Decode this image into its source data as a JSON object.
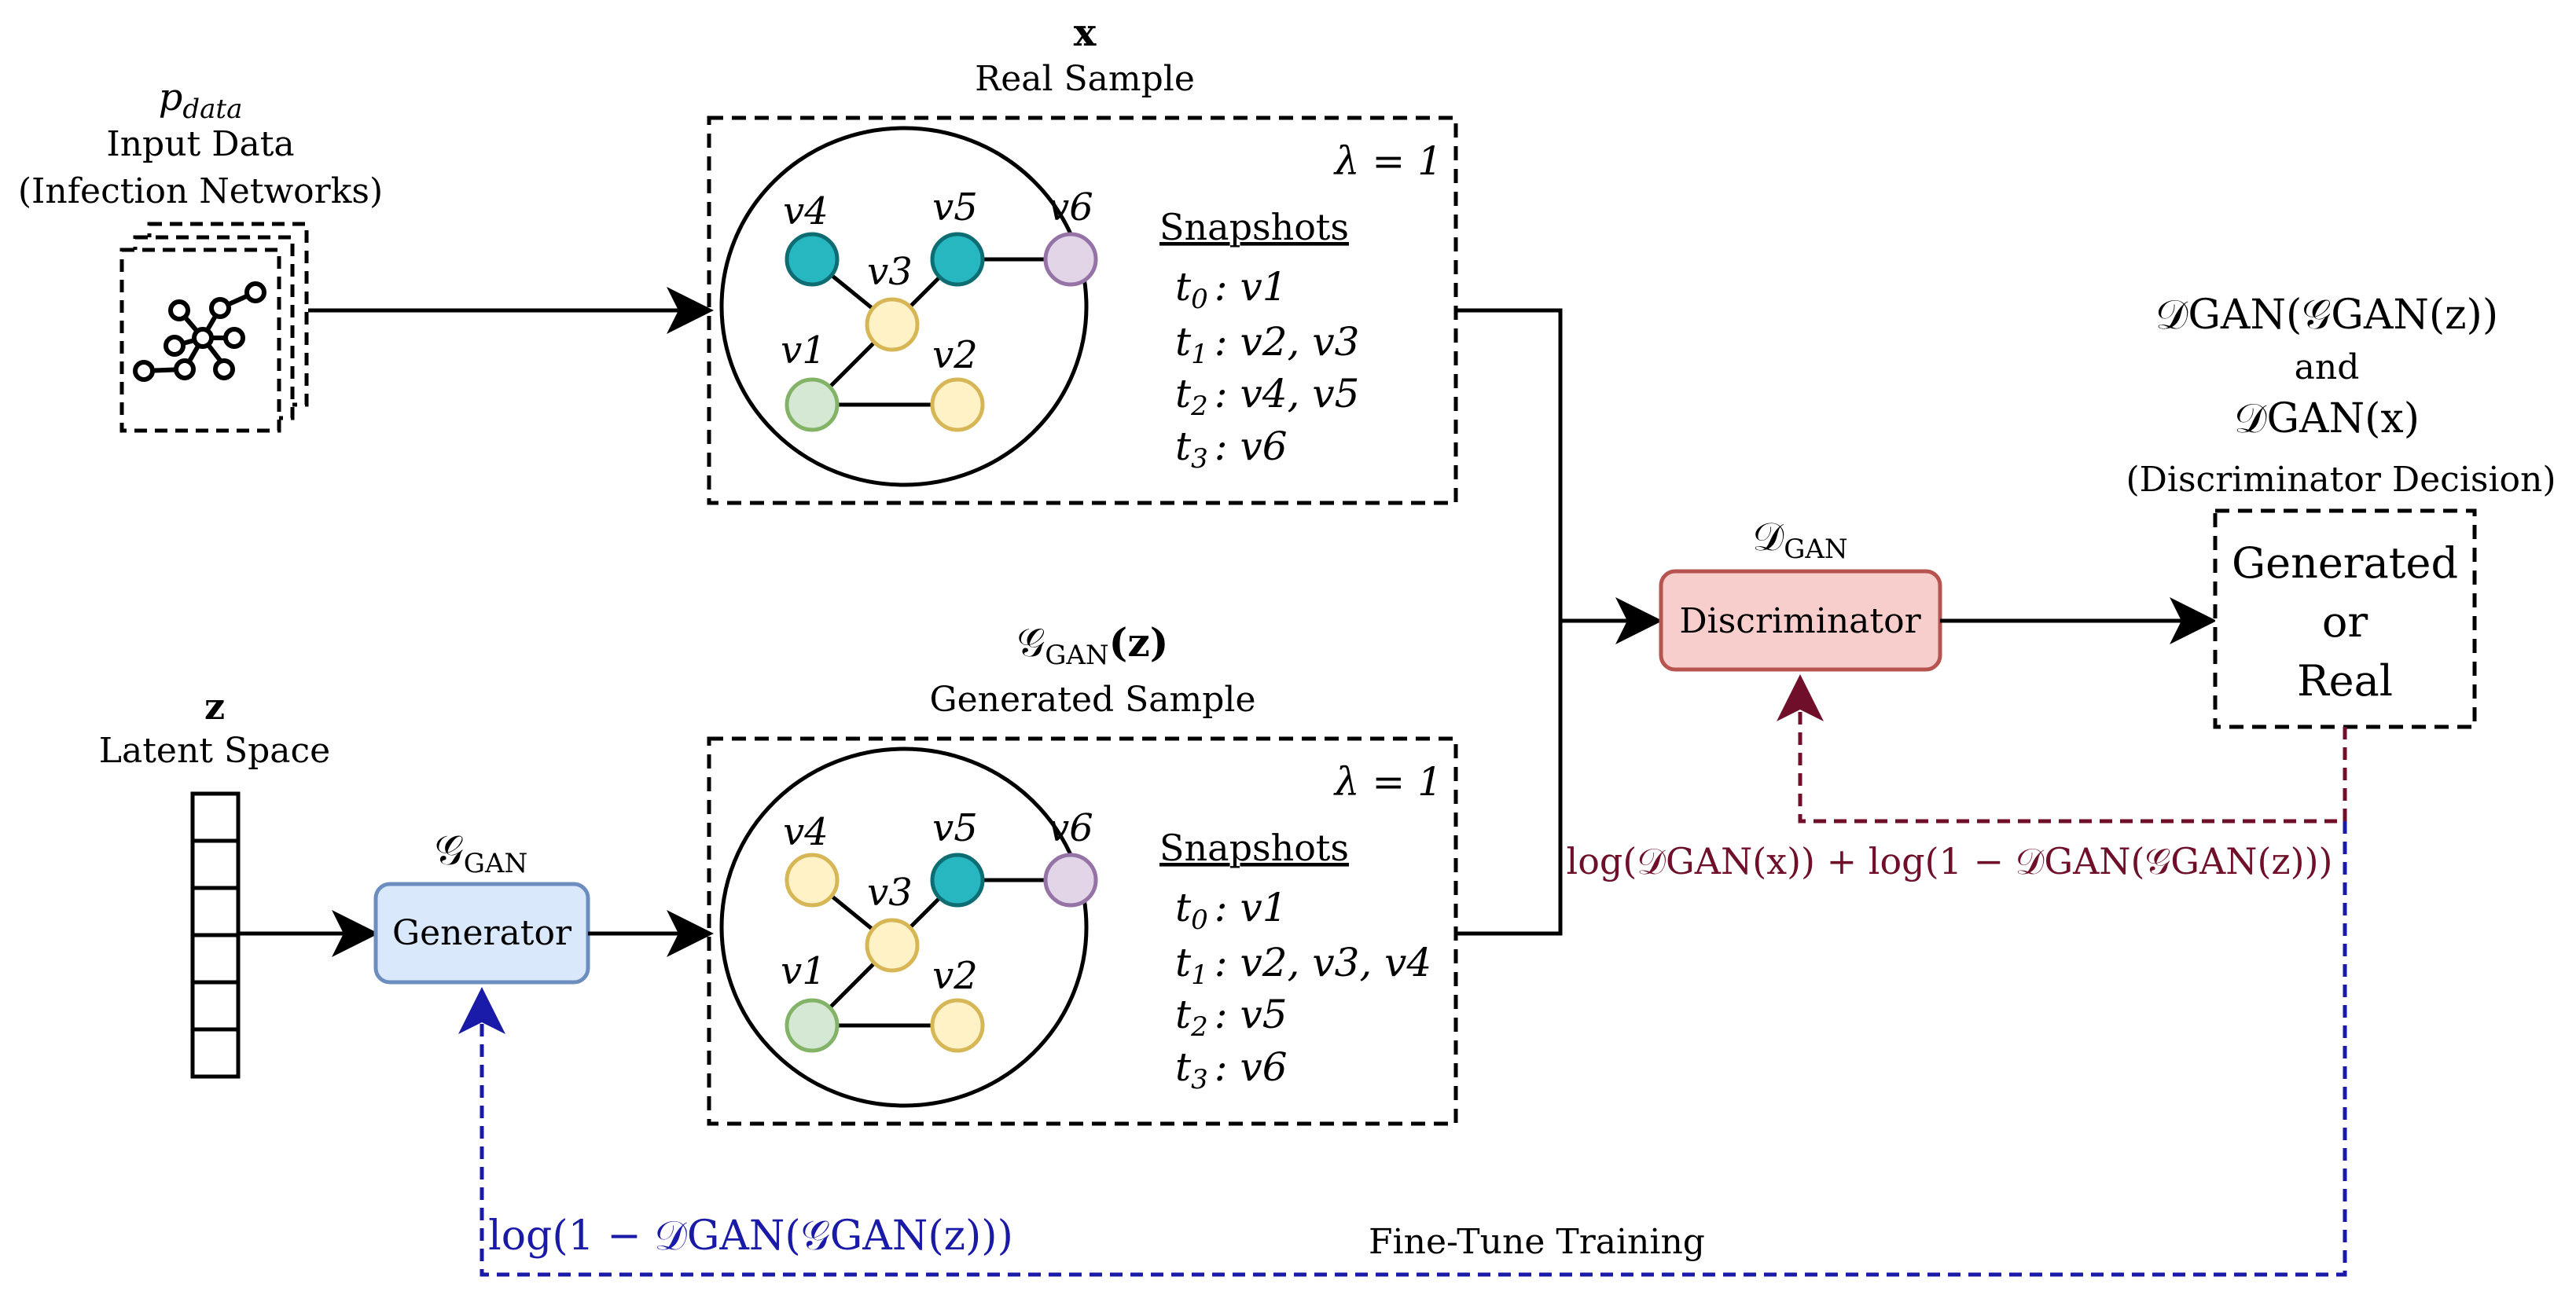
{
  "colors": {
    "line": "#000000",
    "teal": "#26b7c0",
    "teal_stroke": "#0e6d73",
    "yellow": "#fff2c7",
    "yellow_stroke": "#d7b656",
    "green": "#d5e8d4",
    "green_stroke": "#82b366",
    "purple": "#e1d5e7",
    "purple_stroke": "#9673a6",
    "gen_fill": "#dae8fc",
    "gen_stroke": "#6c8ebf",
    "disc_fill": "#f8cecc",
    "disc_stroke": "#b85450",
    "maroon": "#6f0f2a",
    "blue": "#1a1aa8"
  },
  "input": {
    "symbol_main": "p",
    "symbol_sub": "data",
    "title": "Input Data",
    "subtitle": "(Infection Networks)",
    "icon": "network-graph-icon"
  },
  "latent": {
    "symbol": "z",
    "title": "Latent Space"
  },
  "real_sample": {
    "symbol": "x",
    "title": "Real Sample",
    "lambda": "λ = 1",
    "snapshots_label": "Snapshots",
    "snapshots": [
      {
        "t": "t",
        "sub": "0",
        "nodes": ": v1"
      },
      {
        "t": "t",
        "sub": "1",
        "nodes": ": v2, v3"
      },
      {
        "t": "t",
        "sub": "2",
        "nodes": ": v4, v5"
      },
      {
        "t": "t",
        "sub": "3",
        "nodes": ": v6"
      }
    ]
  },
  "generated_sample": {
    "symbol_main": "𝒢",
    "symbol_sub": "GAN",
    "symbol_arg": "(z)",
    "title": "Generated Sample",
    "lambda": "λ = 1",
    "snapshots_label": "Snapshots",
    "snapshots": [
      {
        "t": "t",
        "sub": "0",
        "nodes": ": v1"
      },
      {
        "t": "t",
        "sub": "1",
        "nodes": ": v2, v3, v4"
      },
      {
        "t": "t",
        "sub": "2",
        "nodes": ": v5"
      },
      {
        "t": "t",
        "sub": "3",
        "nodes": ": v6"
      }
    ]
  },
  "node_labels": {
    "v1": "v1",
    "v2": "v2",
    "v3": "v3",
    "v4": "v4",
    "v5": "v5",
    "v6": "v6"
  },
  "generator": {
    "symbol_main": "𝒢",
    "symbol_sub": "GAN",
    "label": "Generator"
  },
  "discriminator": {
    "symbol_main": "𝒟",
    "symbol_sub": "GAN",
    "label": "Discriminator"
  },
  "decision": {
    "line1": "𝒟GAN(𝒢GAN(z))",
    "and": "and",
    "line2": "𝒟GAN(x)",
    "caption": "(Discriminator Decision)",
    "box_lines": [
      "Generated",
      "or",
      "Real"
    ]
  },
  "loss": {
    "discriminator": "log(𝒟GAN(x)) + log(1 − 𝒟GAN(𝒢GAN(z)))",
    "generator": "log(1 − 𝒟GAN(𝒢GAN(z)))",
    "fine_tune": "Fine-Tune Training"
  }
}
